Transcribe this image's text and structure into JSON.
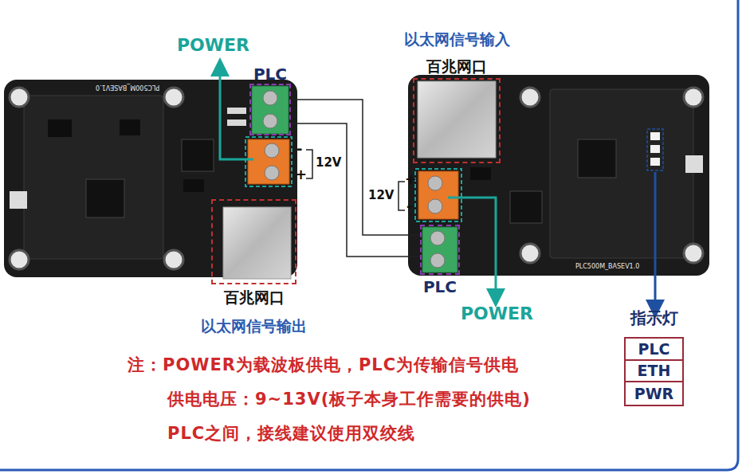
{
  "diagram": {
    "nodes": [
      {
        "text": [
          "PLC"
        ]
      },
      {
        "text": [
          "以太网信号输入",
          "百兆网口"
        ]
      },
      {
        "text": [
          "百兆网口",
          "以太网信号输出"
        ]
      },
      {
        "text": [
          "PLC"
        ]
      },
      {
        "text": [
          "指示灯"
        ]
      },
      {
        "text": [
          "PLC"
        ],
        "in": 4
      },
      {
        "text": [
          "ETH"
        ],
        "in": 4
      },
      {
        "text": [
          "PWR"
        ],
        "in": 4
      }
    ],
    "edges": [
      {
        "from": 0,
        "to": 3,
        "arrow": "none"
      },
      {
        "from": 0,
        "to": 3,
        "arrow": "none"
      }
    ],
    "labels": [
      "POWER",
      "-",
      "+",
      "12V",
      "12V",
      "+",
      "-",
      "POWER",
      "注：POWER为载波板供电，PLC为传输信号供电",
      "供电电压：9~13V(板子本身工作需要的供电)",
      "PLC之间，接线建议使用双绞线",
      "PLC500M_BASEV1.0",
      "PLC500M_BASEV1.0"
    ]
  }
}
